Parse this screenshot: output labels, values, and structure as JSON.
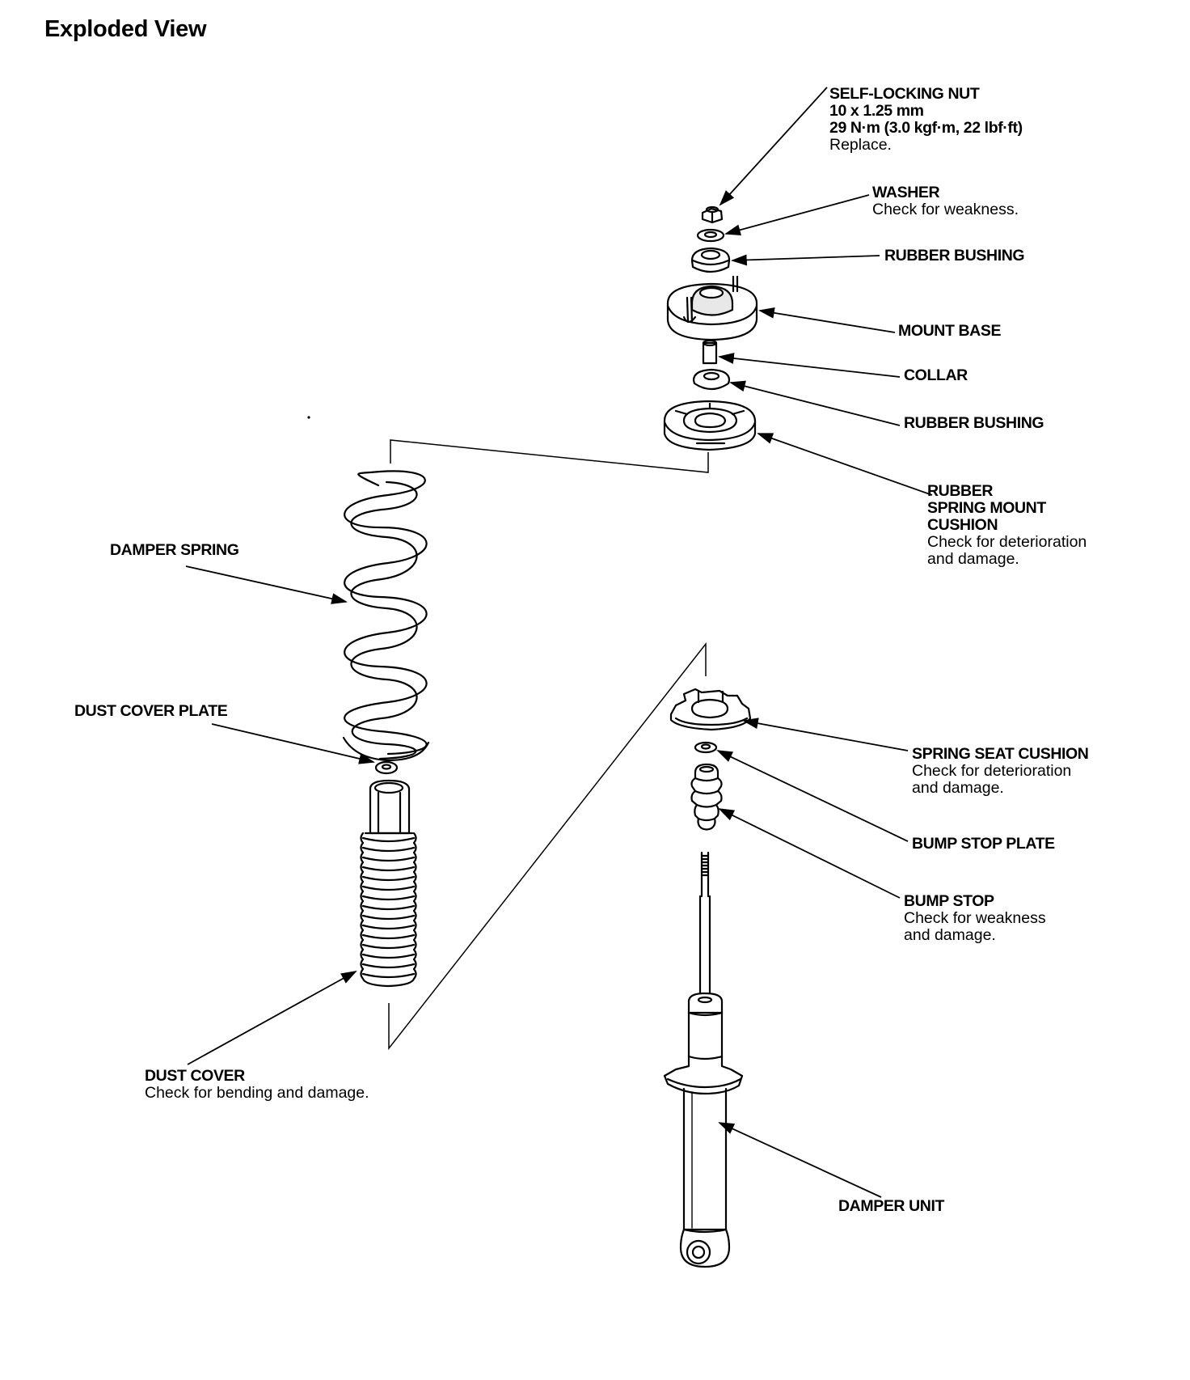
{
  "title": "Exploded View",
  "labels": {
    "self_locking_nut": {
      "name": "SELF-LOCKING NUT",
      "lines": [
        "10 x 1.25 mm",
        "29 N·m (3.0 kgf·m, 22 lbf·ft)"
      ],
      "note": "Replace."
    },
    "washer": {
      "name": "WASHER",
      "note": "Check for weakness."
    },
    "rubber_bushing_upper": {
      "name": "RUBBER BUSHING"
    },
    "mount_base": {
      "name": "MOUNT BASE"
    },
    "collar": {
      "name": "COLLAR"
    },
    "rubber_bushing_lower": {
      "name": "RUBBER BUSHING"
    },
    "rubber_spring_mount_cushion": {
      "name_lines": [
        "RUBBER",
        "SPRING MOUNT",
        "CUSHION"
      ],
      "note_lines": [
        "Check for deterioration",
        "and damage."
      ]
    },
    "damper_spring": {
      "name": "DAMPER SPRING"
    },
    "dust_cover_plate": {
      "name": "DUST COVER PLATE"
    },
    "spring_seat_cushion": {
      "name": "SPRING SEAT CUSHION",
      "note_lines": [
        "Check for deterioration",
        "and damage."
      ]
    },
    "bump_stop_plate": {
      "name": "BUMP STOP PLATE"
    },
    "bump_stop": {
      "name": "BUMP STOP",
      "note_lines": [
        "Check for weakness",
        "and damage."
      ]
    },
    "dust_cover": {
      "name": "DUST COVER",
      "note": "Check for bending and damage."
    },
    "damper_unit": {
      "name": "DAMPER UNIT"
    }
  }
}
